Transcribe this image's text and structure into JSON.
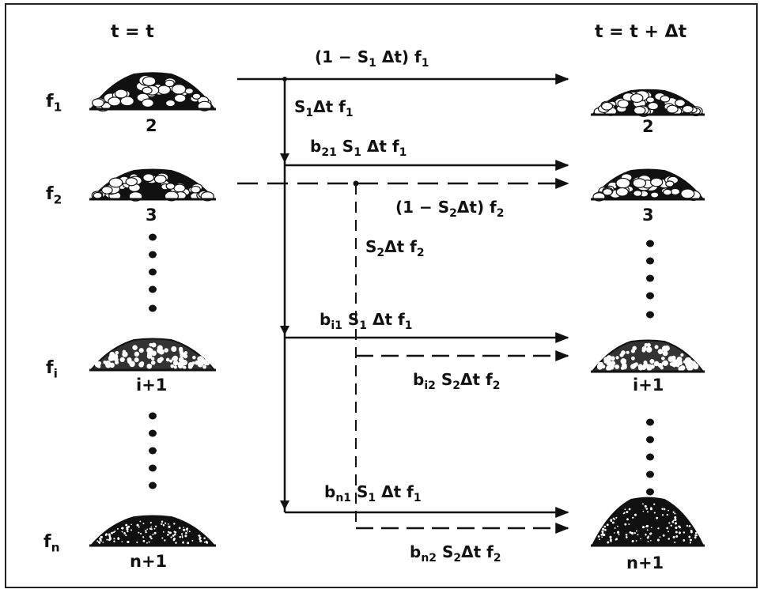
{
  "headers": {
    "left": "t = t",
    "right": "t = t + Δt"
  },
  "fractions": [
    {
      "name": "f",
      "sub": "1",
      "pile_label": "2",
      "shade": "coarse"
    },
    {
      "name": "f",
      "sub": "2",
      "pile_label": "3",
      "shade": "coarse"
    },
    {
      "name": "f",
      "sub": "i",
      "pile_label": "i+1",
      "shade": "fine"
    },
    {
      "name": "f",
      "sub": "n",
      "pile_label": "n+1",
      "shade": "finest"
    }
  ],
  "flows": {
    "f1_survive": {
      "prefix": "(1 − S",
      "sub": "1",
      "mid": " Δt) f",
      "sub2": "1"
    },
    "f1_break": {
      "prefix": "S",
      "sub": "1",
      "mid": "Δt f",
      "sub2": "1"
    },
    "b21": {
      "b": "b",
      "bsub": "21",
      "s": " S",
      "ssub": "1",
      "rest": " Δt f",
      "fsub": "1"
    },
    "f2_survive": {
      "prefix": "(1 − S",
      "sub": "2",
      "mid": "Δt) f",
      "sub2": "2"
    },
    "f2_break": {
      "prefix": "S",
      "sub": "2",
      "mid": "Δt f",
      "sub2": "2"
    },
    "bi1": {
      "b": "b",
      "bsub": "i1",
      "s": " S",
      "ssub": "1",
      "rest": " Δt f",
      "fsub": "1"
    },
    "bi2": {
      "b": "b",
      "bsub": "i2",
      "s": " S",
      "ssub": "2",
      "rest": "Δt f",
      "fsub": "2"
    },
    "bn1": {
      "b": "b",
      "bsub": "n1",
      "s": " S",
      "ssub": "1",
      "rest": " Δt f",
      "fsub": "1"
    },
    "bn2": {
      "b": "b",
      "bsub": "n2",
      "s": " S",
      "ssub": "2",
      "rest": "Δt f",
      "fsub": "2"
    }
  },
  "colors": {
    "ink": "#111111",
    "background": "#ffffff"
  }
}
